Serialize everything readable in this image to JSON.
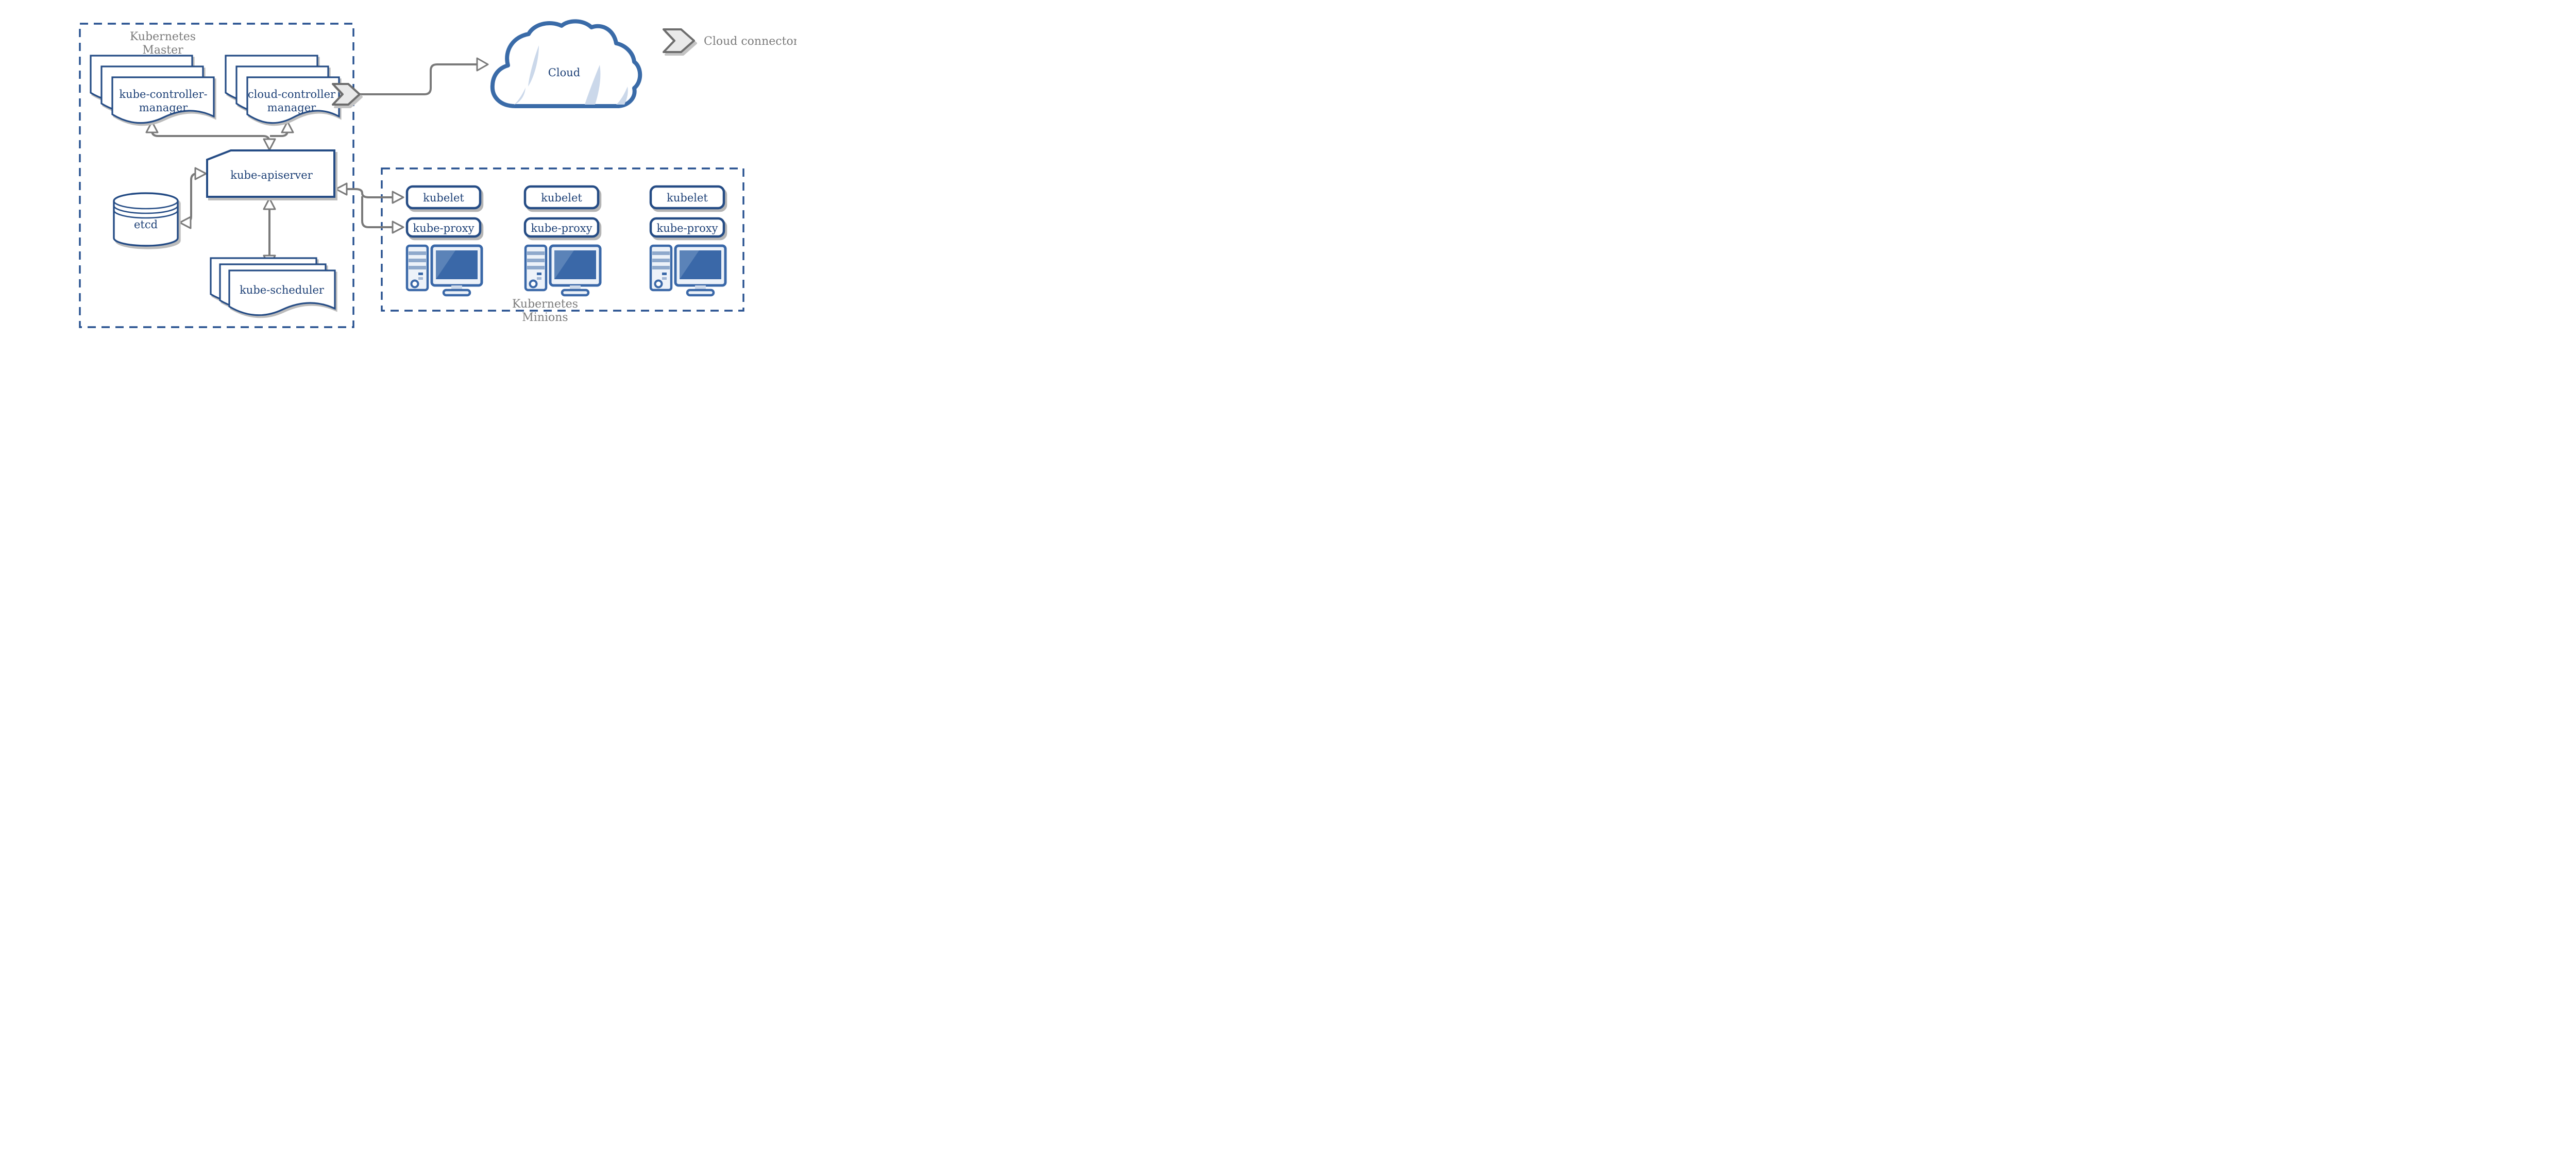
{
  "master": {
    "title": [
      "Kubernetes",
      "Master"
    ],
    "kube_controller_manager": [
      "kube-controller-",
      "manager"
    ],
    "cloud_controller_manager": [
      "cloud-controller",
      "manager"
    ],
    "kube_apiserver": "kube-apiserver",
    "etcd": "etcd",
    "kube_scheduler": "kube-scheduler"
  },
  "cloud": {
    "label": "Cloud"
  },
  "legend": {
    "label": "Cloud connector"
  },
  "minions": {
    "title": [
      "Kubernetes",
      "Minions"
    ],
    "nodes": [
      {
        "kubelet": "kubelet",
        "kube_proxy": "kube-proxy"
      },
      {
        "kubelet": "kubelet",
        "kube_proxy": "kube-proxy"
      },
      {
        "kubelet": "kubelet",
        "kube_proxy": "kube-proxy"
      }
    ]
  },
  "colors": {
    "node_border": "#254C85",
    "node_text": "#1D4076",
    "dashed_border": "#26508F",
    "connector_gray": "#7a7a7a",
    "section_label_gray": "#7b7b7b",
    "cloud_outline": "#3A6BA8",
    "cloud_shine": "#CBD8EA",
    "chevron_fill": "#e9e9e9",
    "computer_blue": "#3A68A8"
  }
}
